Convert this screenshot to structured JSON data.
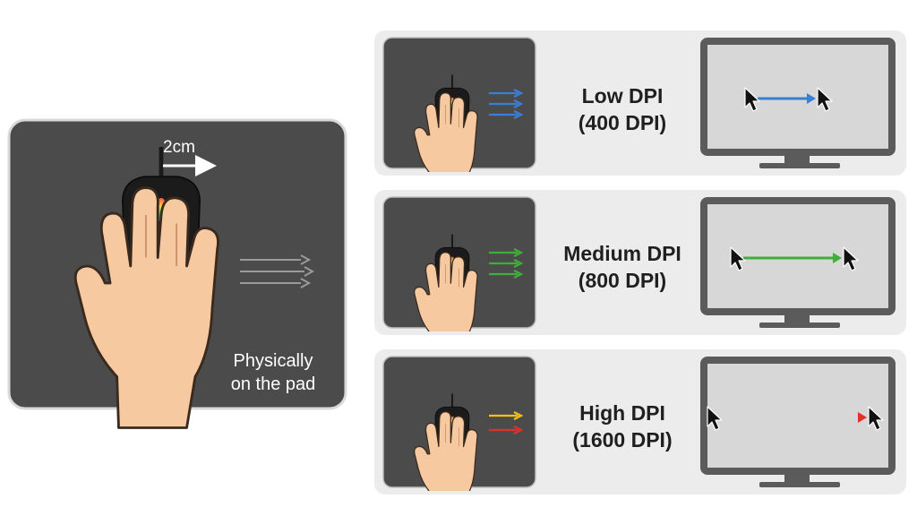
{
  "main_pad": {
    "distance_label": "2cm",
    "caption_line1": "Physically",
    "caption_line2": "on the pad"
  },
  "rows": [
    {
      "title": "Low DPI",
      "subtitle": "(400 DPI)",
      "arrow_colors": [
        "#3a7fd6"
      ],
      "cursor_travel": 0.35
    },
    {
      "title": "Medium DPI",
      "subtitle": "(800 DPI)",
      "arrow_colors": [
        "#3fae3a"
      ],
      "cursor_travel": 0.6
    },
    {
      "title": "High DPI",
      "subtitle": "(1600 DPI)",
      "arrow_colors": [
        "#f2c21b",
        "#e0302a"
      ],
      "cursor_travel": 0.9
    }
  ],
  "colors": {
    "pad": "#4b4b4b",
    "pad_border": "#d9d9d9",
    "panel": "#ececec",
    "monitor_frame": "#5b5b5b",
    "monitor_screen": "#d7d7d7",
    "skin": "#f6c9a0",
    "skin_outline": "#3a2a1e"
  }
}
